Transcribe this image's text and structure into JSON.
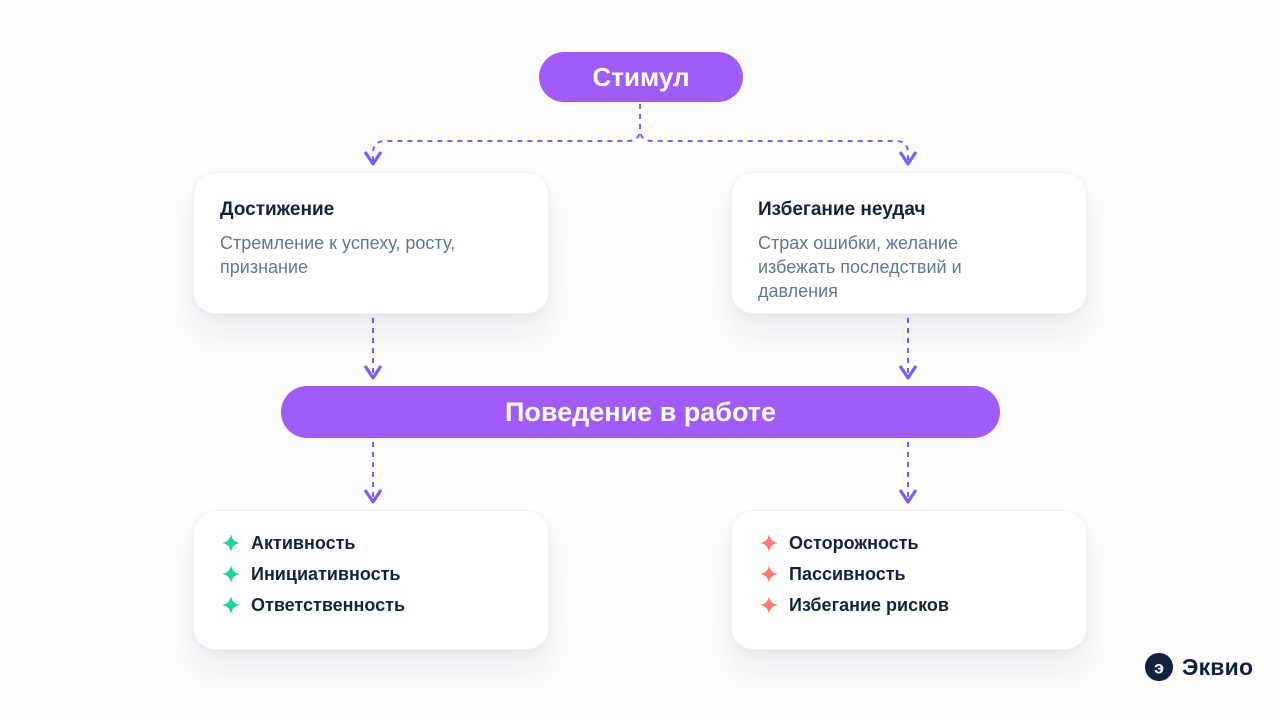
{
  "stimulus": {
    "label": "Стимул"
  },
  "behavior": {
    "label": "Поведение в работе"
  },
  "cards": {
    "achievement": {
      "title": "Достижение",
      "desc": "Стремление к успеху, росту, признание"
    },
    "avoidance": {
      "title": "Избегание неудач",
      "desc": "Страх ошибки, желание избежать последствий и давления"
    }
  },
  "lists": {
    "positive": {
      "items": [
        "Активность",
        "Инициативность",
        "Ответственность"
      ]
    },
    "negative": {
      "items": [
        "Осторожность",
        "Пассивность",
        "Избегание рисков"
      ]
    }
  },
  "logo": {
    "text": "Эквио",
    "glyph": "э"
  },
  "colors": {
    "purple": "#a15bf7",
    "arrow": "#7d5cf6",
    "green": "#1fd49b",
    "red": "#f97b72",
    "dark": "#13233e",
    "muted": "#60778e"
  }
}
